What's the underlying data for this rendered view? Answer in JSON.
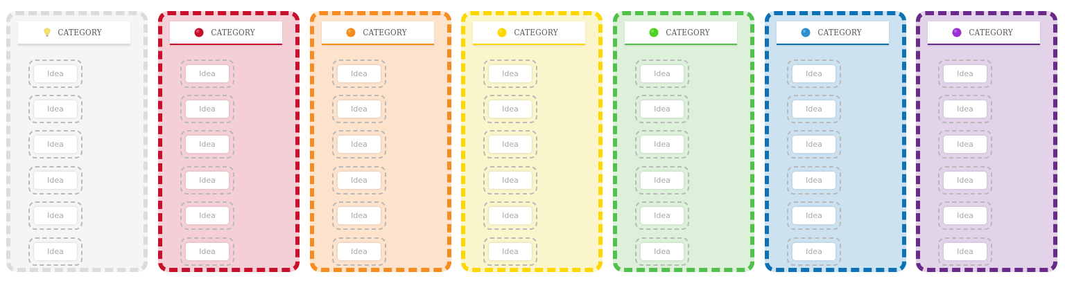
{
  "columns": [
    {
      "category": "CATEGORY",
      "color": "#dcdcdc",
      "background": "#f5f5f5",
      "icon": "lightbulb-icon",
      "icon_color": "#f5e36a",
      "ideas": [
        "Idea",
        "Idea",
        "Idea",
        "Idea",
        "Idea",
        "Idea"
      ]
    },
    {
      "category": "CATEGORY",
      "color": "#c8102e",
      "background": "#f4d0d6",
      "icon": "red-dot-icon",
      "icon_color": "#c8102e",
      "ideas": [
        "Idea",
        "Idea",
        "Idea",
        "Idea",
        "Idea",
        "Idea"
      ]
    },
    {
      "category": "CATEGORY",
      "color": "#f68b1f",
      "background": "#fde2cc",
      "icon": "orange-dot-icon",
      "icon_color": "#f68b1f",
      "ideas": [
        "Idea",
        "Idea",
        "Idea",
        "Idea",
        "Idea",
        "Idea"
      ]
    },
    {
      "category": "CATEGORY",
      "color": "#ffd700",
      "background": "#fbf5cc",
      "icon": "yellow-dot-icon",
      "icon_color": "#ffd700",
      "ideas": [
        "Idea",
        "Idea",
        "Idea",
        "Idea",
        "Idea",
        "Idea"
      ]
    },
    {
      "category": "CATEGORY",
      "color": "#52c04c",
      "background": "#dcf0da",
      "icon": "green-dot-icon",
      "icon_color": "#4cd31f",
      "ideas": [
        "Idea",
        "Idea",
        "Idea",
        "Idea",
        "Idea",
        "Idea"
      ]
    },
    {
      "category": "CATEGORY",
      "color": "#0c72b5",
      "background": "#cde2f0",
      "icon": "blue-dot-icon",
      "icon_color": "#2b8fd0",
      "ideas": [
        "Idea",
        "Idea",
        "Idea",
        "Idea",
        "Idea",
        "Idea"
      ]
    },
    {
      "category": "CATEGORY",
      "color": "#6a2a8a",
      "background": "#e2d3e8",
      "icon": "purple-dot-icon",
      "icon_color": "#9b2fd4",
      "ideas": [
        "Idea",
        "Idea",
        "Idea",
        "Idea",
        "Idea",
        "Idea"
      ]
    }
  ]
}
